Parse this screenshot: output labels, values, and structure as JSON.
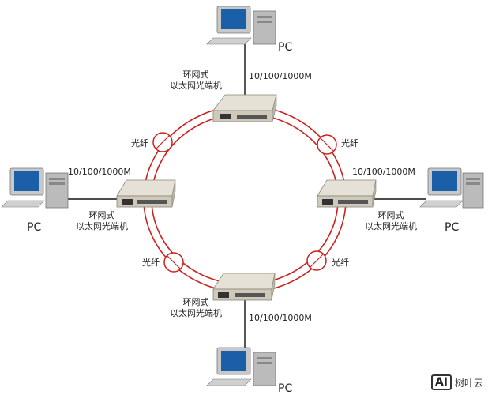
{
  "labels": {
    "device": "环网式\n以太网光端机",
    "fiber": "光纤",
    "speed": "10/100/1000M",
    "pc": "PC"
  },
  "nodes": [
    {
      "id": "top",
      "pc": "PC",
      "speed": "10/100/1000M",
      "device": "环网式\n以太网光端机"
    },
    {
      "id": "left",
      "pc": "PC",
      "speed": "10/100/1000M",
      "device": "环网式\n以太网光端机"
    },
    {
      "id": "right",
      "pc": "PC",
      "speed": "10/100/1000M",
      "device": "环网式\n以太网光端机"
    },
    {
      "id": "bottom",
      "pc": "PC",
      "speed": "10/100/1000M",
      "device": "环网式\n以太网光端机"
    }
  ],
  "fiber_labels": [
    "光纤",
    "光纤",
    "光纤",
    "光纤"
  ],
  "watermark": {
    "logo": "AI",
    "text": "树叶云"
  },
  "colors": {
    "ring": "#cc2222",
    "cable": "#111111",
    "device_body": "#d9d4c8",
    "monitor": "#c8c8c8",
    "screen": "#1a5fa8"
  }
}
